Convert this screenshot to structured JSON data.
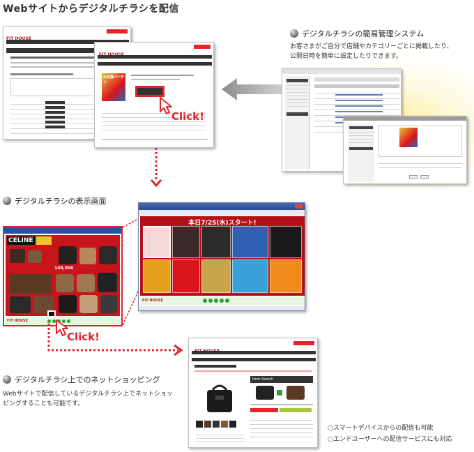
{
  "page": {
    "title": "Webサイトからデジタルチラシを配信"
  },
  "sections": {
    "management": {
      "heading": "デジタルチラシの簡易管理システム",
      "description_line1": "お客さまがご自分で店舗やカテゴリーごとに掲載したり、",
      "description_line2": "公開日時を簡単に設定したりできます。"
    },
    "display": {
      "heading": "デジタルチラシの表示画面"
    },
    "shopping": {
      "heading": "デジタルチラシ上でのネットショッピング",
      "description_line1": "Webサイトで配信しているデジタルチラシ上でネットショッ",
      "description_line2": "ピングすることも可能です。"
    }
  },
  "callouts": {
    "click_top": "Click!",
    "click_bottom": "Click!"
  },
  "notes": [
    "○スマートデバイスからの配信も可能",
    "○エンドユーザーへの配信サービスにも対応"
  ],
  "screens": {
    "logo": "FIT HOUSE",
    "flyer_headline": "本日7/25(水)スタート!",
    "flyer_brand": "CELINE",
    "flyer_price": "148,000",
    "flyer_promo": "大決算バーゲン",
    "product_page_heading": "Item Search"
  },
  "colors": {
    "accent_red": "#e0252c",
    "arrow_gray": "#9a9a9a",
    "flyer_red": "#d9141c",
    "flyer_green": "#2f9e3a",
    "glow_yellow": "#ffec8c"
  }
}
